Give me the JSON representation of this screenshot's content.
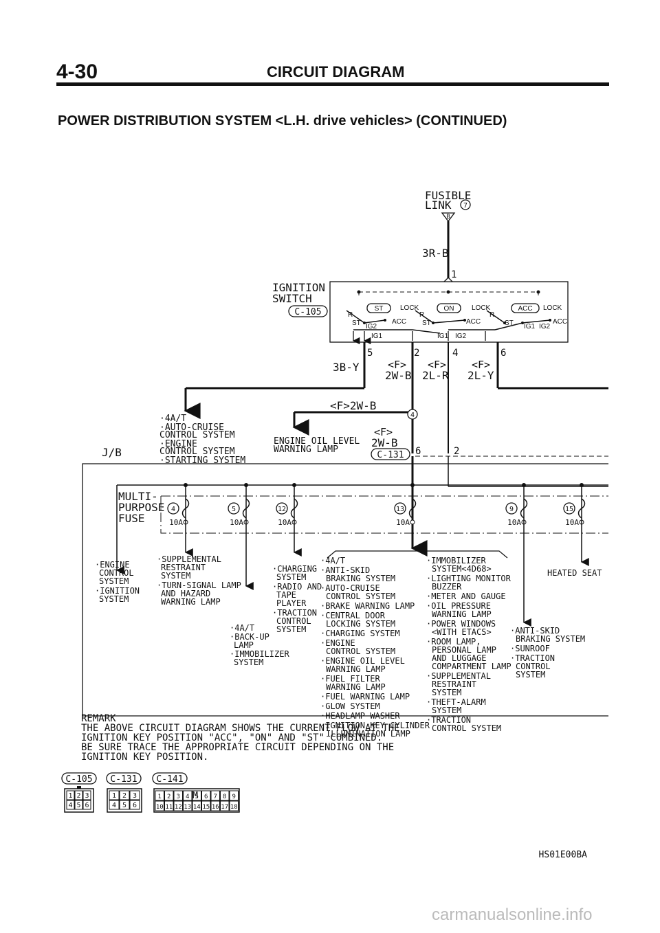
{
  "header": {
    "page_number": "4-30",
    "page_title": "CIRCUIT DIAGRAM",
    "subtitle": "POWER DISTRIBUTION SYSTEM <L.H. drive vehicles> (CONTINUED)"
  },
  "fusible_link": {
    "label_1": "FUSIBLE",
    "label_2": "LINK",
    "number": "7",
    "pin": "B"
  },
  "ignition_switch": {
    "label_1": "IGNITION",
    "label_2": "SWITCH",
    "connector": "C-105",
    "positions": [
      "ST",
      "ON",
      "ACC"
    ],
    "lock": "LOCK",
    "terms": {
      "r": "R",
      "st": "ST",
      "acc": "ACC",
      "ig1": "IG1",
      "ig2": "IG2"
    }
  },
  "wires": {
    "w_3rb": "3R-B",
    "w_3by": "3B-Y",
    "f": "<F>",
    "w_2wb": "2W-B",
    "w_2lr": "2L-R",
    "w_2ly": "2L-Y",
    "f_2wb": "<F>2W-B"
  },
  "pins": {
    "p1": "1",
    "p5": "5",
    "p2": "2",
    "p4": "4",
    "p6": "6"
  },
  "junction": {
    "node": "4",
    "label": "J/B",
    "connector": "C-131",
    "pin_6": "6",
    "pin_2": "2"
  },
  "groups": {
    "g1": [
      "·4A/T",
      "·AUTO-CRUISE",
      "CONTROL SYSTEM",
      "·ENGINE",
      "CONTROL SYSTEM",
      "·STARTING SYSTEM"
    ],
    "g2": [
      "ENGINE OIL LEVEL",
      "WARNING LAMP"
    ]
  },
  "fuse_block": {
    "label_1": "MULTI-",
    "label_2": "PURPOSE",
    "label_3": "FUSE",
    "fuses": [
      {
        "num": "4",
        "amp": "10A"
      },
      {
        "num": "5",
        "amp": "10A"
      },
      {
        "num": "12",
        "amp": "10A"
      },
      {
        "num": "13",
        "amp": "10A"
      },
      {
        "num": "9",
        "amp": "10A"
      },
      {
        "num": "15",
        "amp": "10A"
      }
    ]
  },
  "loads": {
    "f4_left": [
      "·ENGINE",
      "CONTROL",
      "SYSTEM",
      "·IGNITION",
      "SYSTEM"
    ],
    "f4_right": [
      "·SUPPLEMENTAL",
      "RESTRAINT",
      "SYSTEM",
      "·TURN-SIGNAL LAMP",
      "AND HAZARD",
      "WARNING LAMP"
    ],
    "f5": [
      "·4A/T",
      "·BACK-UP",
      "LAMP",
      "·IMMOBILIZER",
      "SYSTEM"
    ],
    "f12": [
      "·CHARGING",
      "SYSTEM",
      "·RADIO AND",
      "TAPE",
      "PLAYER",
      "·TRACTION",
      "CONTROL",
      "SYSTEM"
    ],
    "f13a": [
      "·4A/T",
      "·ANTI-SKID",
      "BRAKING SYSTEM",
      "·AUTO-CRUISE",
      "CONTROL SYSTEM",
      "·BRAKE WARNING LAMP",
      "·CENTRAL DOOR",
      "LOCKING SYSTEM",
      "·CHARGING SYSTEM",
      "·ENGINE",
      "CONTROL SYSTEM",
      "·ENGINE OIL LEVEL",
      "WARNING LAMP",
      "·FUEL FILTER",
      "WARNING LAMP",
      "·FUEL WARNING LAMP",
      "·GLOW SYSTEM",
      "·HEADLAMP WASHER",
      "·IGNITION KEY CYLINDER",
      "ILLUMINATION LAMP"
    ],
    "f13b": [
      "·IMMOBILIZER",
      "SYSTEM<4D68>",
      "·LIGHTING MONITOR",
      "BUZZER",
      "·METER AND GAUGE",
      "·OIL PRESSURE",
      "WARNING LAMP",
      "·POWER WINDOWS",
      "<WITH ETACS>",
      "·ROOM LAMP,",
      "PERSONAL LAMP",
      "AND LUGGAGE",
      "COMPARTMENT LAMP",
      "·SUPPLEMENTAL",
      "RESTRAINT",
      "SYSTEM",
      "·THEFT-ALARM",
      "SYSTEM",
      "·TRACTION",
      "CONTROL SYSTEM"
    ],
    "f9": [
      "·ANTI-SKID",
      "BRAKING SYSTEM",
      "·SUNROOF",
      "·TRACTION",
      "CONTROL",
      "SYSTEM"
    ],
    "f15": [
      "HEATED SEAT"
    ]
  },
  "remark": [
    "REMARK",
    "THE ABOVE CIRCUIT DIAGRAM SHOWS THE CURRENT FLOW AT THE",
    "IGNITION KEY POSITION \"ACC\", \"ON\" AND \"ST\" COMBINED.",
    "BE SURE TRACE THE APPROPRIATE CIRCUIT DEPENDING ON THE",
    "IGNITION KEY POSITION."
  ],
  "connectors": {
    "c105": {
      "label": "C-105",
      "pins": [
        "1",
        "2",
        "3",
        "4",
        "5",
        "6"
      ]
    },
    "c131": {
      "label": "C-131",
      "pins": [
        "1",
        "2",
        "3",
        "4",
        "5",
        "6"
      ]
    },
    "c141": {
      "label": "C-141",
      "mark": "M",
      "pins": [
        "1",
        "2",
        "3",
        "4",
        "5",
        "6",
        "7",
        "8",
        "9",
        "10",
        "11",
        "12",
        "13",
        "14",
        "15",
        "16",
        "17",
        "18"
      ]
    }
  },
  "figure_code": "HS01E00BA",
  "watermark": "carmanualsonline.info"
}
